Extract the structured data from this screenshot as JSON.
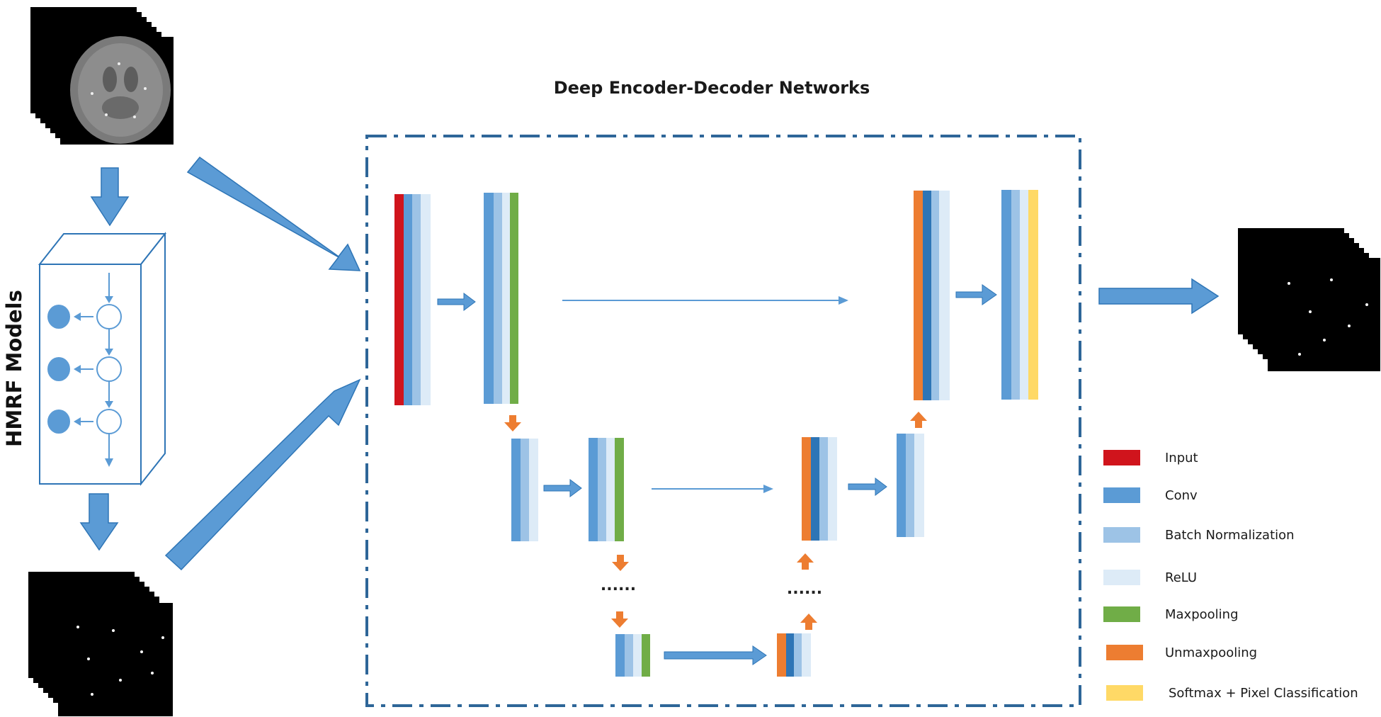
{
  "diagram": {
    "title": "Deep Encoder-Decoder Networks",
    "side_label": "HMRF Models",
    "ellipsis": "......"
  },
  "legend": [
    {
      "label": "Input",
      "color": "#d0141c"
    },
    {
      "label": "Conv",
      "color": "#5b9bd5"
    },
    {
      "label": "Batch Normalization",
      "color": "#9dc3e6"
    },
    {
      "label": "ReLU",
      "color": "#ddebf7"
    },
    {
      "label": "Maxpooling",
      "color": "#70ad47"
    },
    {
      "label": "Unmaxpooling",
      "color": "#ed7d31"
    },
    {
      "label": "Softmax + Pixel Classification",
      "color": "#ffd966"
    }
  ],
  "colors": {
    "frame": "#2e6698",
    "arrow_blue": "#5b9bd5",
    "arrow_orange": "#ed7d31",
    "dark_blue": "#2e75b6"
  }
}
